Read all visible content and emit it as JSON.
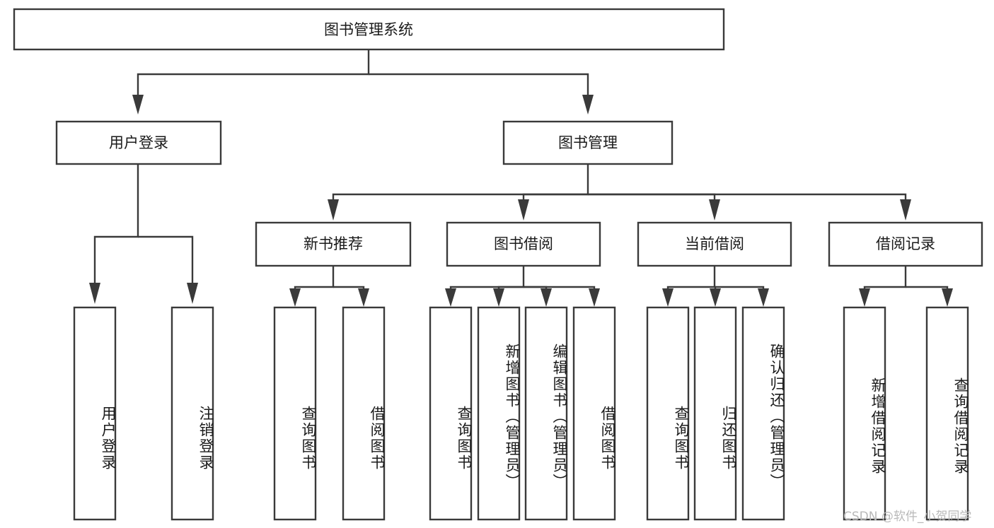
{
  "diagram": {
    "type": "tree-hierarchy",
    "title": "图书管理系统",
    "watermark": "CSDN @软件_小贺同学",
    "colors": {
      "box_stroke": "#3a3a3a",
      "box_fill": "#ffffff",
      "text": "#1a1a1a",
      "background": "#ffffff",
      "watermark": "#b9b9b9"
    },
    "root": {
      "id": "root",
      "label": "图书管理系统",
      "orientation": "horizontal"
    },
    "level2": [
      {
        "id": "user-login",
        "label": "用户登录",
        "orientation": "horizontal"
      },
      {
        "id": "book-management",
        "label": "图书管理",
        "orientation": "horizontal"
      }
    ],
    "level3": [
      {
        "id": "new-book-recommend",
        "label": "新书推荐",
        "orientation": "horizontal",
        "parent": "book-management"
      },
      {
        "id": "book-borrow",
        "label": "图书借阅",
        "orientation": "horizontal",
        "parent": "book-management"
      },
      {
        "id": "current-borrow",
        "label": "当前借阅",
        "orientation": "horizontal",
        "parent": "book-management"
      },
      {
        "id": "borrow-record",
        "label": "借阅记录",
        "orientation": "horizontal",
        "parent": "book-management"
      }
    ],
    "leaves": [
      {
        "id": "leaf-user-login",
        "label": "用户登录",
        "parent": "user-login",
        "orientation": "vertical"
      },
      {
        "id": "leaf-user-logout",
        "label": "注销登录",
        "parent": "user-login",
        "orientation": "vertical"
      },
      {
        "id": "leaf-query-book-rec",
        "label": "查询图书",
        "parent": "new-book-recommend",
        "orientation": "vertical"
      },
      {
        "id": "leaf-borrow-book-rec",
        "label": "借阅图书",
        "parent": "new-book-recommend",
        "orientation": "vertical"
      },
      {
        "id": "leaf-query-book-borrow",
        "label": "查询图书",
        "parent": "book-borrow",
        "orientation": "vertical"
      },
      {
        "id": "leaf-add-book-admin",
        "label": "新增图书（管理员）",
        "parent": "book-borrow",
        "orientation": "vertical"
      },
      {
        "id": "leaf-edit-book-admin",
        "label": "编辑图书（管理员）",
        "parent": "book-borrow",
        "orientation": "vertical"
      },
      {
        "id": "leaf-borrow-book",
        "label": "借阅图书",
        "parent": "book-borrow",
        "orientation": "vertical"
      },
      {
        "id": "leaf-query-book-current",
        "label": "查询图书",
        "parent": "current-borrow",
        "orientation": "vertical"
      },
      {
        "id": "leaf-return-book",
        "label": "归还图书",
        "parent": "current-borrow",
        "orientation": "vertical"
      },
      {
        "id": "leaf-confirm-return-admin",
        "label": "确认归还（管理员）",
        "parent": "current-borrow",
        "orientation": "vertical"
      },
      {
        "id": "leaf-add-borrow-record",
        "label": "新增借阅记录",
        "parent": "borrow-record",
        "orientation": "vertical"
      },
      {
        "id": "leaf-query-borrow-record",
        "label": "查询借阅记录",
        "parent": "borrow-record",
        "orientation": "vertical"
      }
    ]
  }
}
